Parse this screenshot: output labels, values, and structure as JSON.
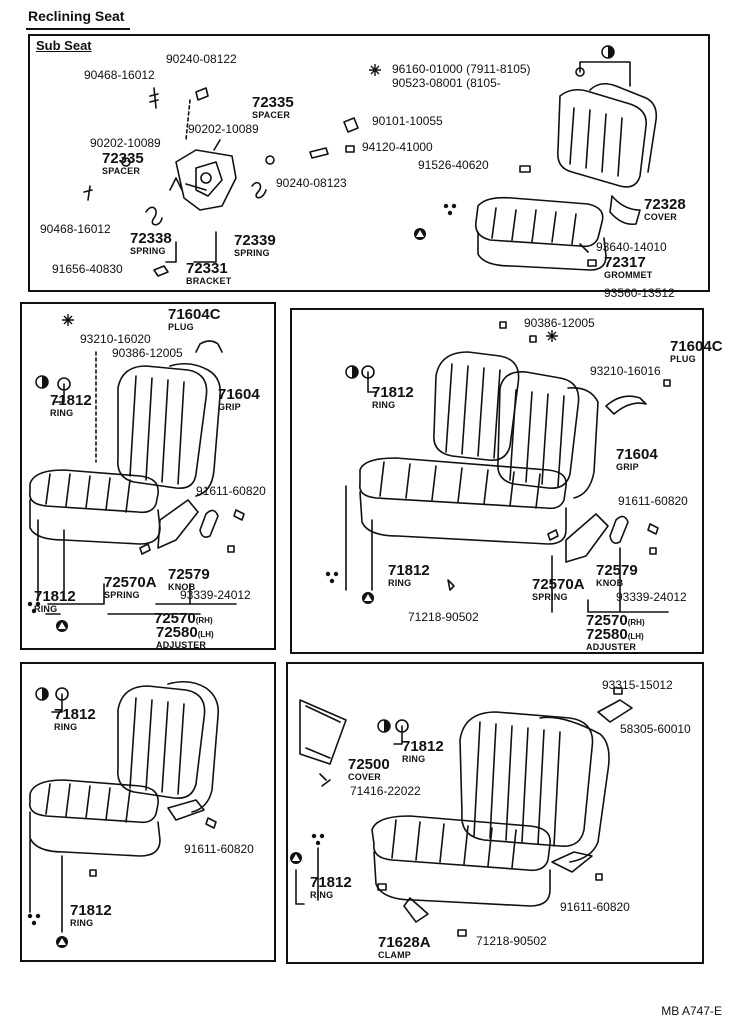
{
  "page_title": "Reclining Seat",
  "panels": {
    "sub_seat": {
      "label": "Sub Seat"
    },
    "top_left": {
      "label": ""
    },
    "top_right": {
      "label": ""
    },
    "bottom_left": {
      "label": ""
    },
    "bottom_right": {
      "label": ""
    }
  },
  "parts": [
    {
      "id": "p1",
      "num": "90240-08122",
      "desc": ""
    },
    {
      "id": "p2",
      "num": "90468-16012",
      "desc": ""
    },
    {
      "id": "p3",
      "num": "72335",
      "desc": "SPACER"
    },
    {
      "id": "p4",
      "num": "90202-10089",
      "desc": ""
    },
    {
      "id": "p5",
      "num": "90202-10089",
      "desc": ""
    },
    {
      "id": "p6",
      "num": "72335",
      "desc": "SPACER"
    },
    {
      "id": "p7",
      "num": "90101-10055",
      "desc": ""
    },
    {
      "id": "p8",
      "num": "94120-41000",
      "desc": ""
    },
    {
      "id": "p9",
      "num": "90240-08123",
      "desc": ""
    },
    {
      "id": "p10",
      "num": "90468-16012",
      "desc": ""
    },
    {
      "id": "p11",
      "num": "72338",
      "desc": "SPRING"
    },
    {
      "id": "p12",
      "num": "72339",
      "desc": "SPRING"
    },
    {
      "id": "p13",
      "num": "91656-40830",
      "desc": ""
    },
    {
      "id": "p14",
      "num": "72331",
      "desc": "BRACKET"
    },
    {
      "id": "p15",
      "num": "96160-01000 (7911-8105)",
      "desc": ""
    },
    {
      "id": "p16",
      "num": "90523-08001 (8105-",
      "desc": ""
    },
    {
      "id": "p17",
      "num": "91526-40620",
      "desc": ""
    },
    {
      "id": "p18",
      "num": "72328",
      "desc": "COVER"
    },
    {
      "id": "p19",
      "num": "93640-14010",
      "desc": ""
    },
    {
      "id": "p20",
      "num": "72317",
      "desc": "GROMMET"
    },
    {
      "id": "p21",
      "num": "93560-13512",
      "desc": ""
    },
    {
      "id": "p22",
      "num": "71604C",
      "desc": "PLUG"
    },
    {
      "id": "p23",
      "num": "93210-16020",
      "desc": ""
    },
    {
      "id": "p24",
      "num": "90386-12005",
      "desc": ""
    },
    {
      "id": "p25",
      "num": "71812",
      "desc": "RING"
    },
    {
      "id": "p26",
      "num": "71604",
      "desc": "GRIP"
    },
    {
      "id": "p27",
      "num": "91611-60820",
      "desc": ""
    },
    {
      "id": "p28",
      "num": "72570A",
      "desc": "SPRING"
    },
    {
      "id": "p29",
      "num": "72579",
      "desc": "KNOB"
    },
    {
      "id": "p30",
      "num": "93339-24012",
      "desc": ""
    },
    {
      "id": "p31",
      "num": "72570",
      "desc": ""
    },
    {
      "id": "p32",
      "num": "72580",
      "desc": "ADJUSTER"
    },
    {
      "id": "p33",
      "num": "71812",
      "desc": "RING"
    },
    {
      "id": "p34",
      "num": "90386-12005",
      "desc": ""
    },
    {
      "id": "p35",
      "num": "71604C",
      "desc": "PLUG"
    },
    {
      "id": "p36",
      "num": "71812",
      "desc": "RING"
    },
    {
      "id": "p37",
      "num": "93210-16016",
      "desc": ""
    },
    {
      "id": "p38",
      "num": "71604",
      "desc": "GRIP"
    },
    {
      "id": "p39",
      "num": "91611-60820",
      "desc": ""
    },
    {
      "id": "p40",
      "num": "71812",
      "desc": "RING"
    },
    {
      "id": "p41",
      "num": "72570A",
      "desc": "SPRING"
    },
    {
      "id": "p42",
      "num": "72579",
      "desc": "KNOB"
    },
    {
      "id": "p43",
      "num": "93339-24012",
      "desc": ""
    },
    {
      "id": "p44",
      "num": "71218-90502",
      "desc": ""
    },
    {
      "id": "p45",
      "num": "72570",
      "desc": ""
    },
    {
      "id": "p46",
      "num": "72580",
      "desc": "ADJUSTER"
    },
    {
      "id": "p47",
      "num": "71812",
      "desc": "RING"
    },
    {
      "id": "p48",
      "num": "91611-60820",
      "desc": ""
    },
    {
      "id": "p49",
      "num": "71812",
      "desc": "RING"
    },
    {
      "id": "p50",
      "num": "93315-15012",
      "desc": ""
    },
    {
      "id": "p51",
      "num": "58305-60010",
      "desc": ""
    },
    {
      "id": "p52",
      "num": "72500",
      "desc": "COVER"
    },
    {
      "id": "p53",
      "num": "71416-22022",
      "desc": ""
    },
    {
      "id": "p54",
      "num": "71812",
      "desc": "RING"
    },
    {
      "id": "p55",
      "num": "91611-60820",
      "desc": ""
    },
    {
      "id": "p56",
      "num": "71812",
      "desc": "RING"
    },
    {
      "id": "p57",
      "num": "71628A",
      "desc": "CLAMP"
    },
    {
      "id": "p58",
      "num": "71218-90502",
      "desc": ""
    }
  ],
  "suffix": {
    "rh": "(RH)",
    "lh": "(LH)"
  },
  "footer": "MB A747-E"
}
